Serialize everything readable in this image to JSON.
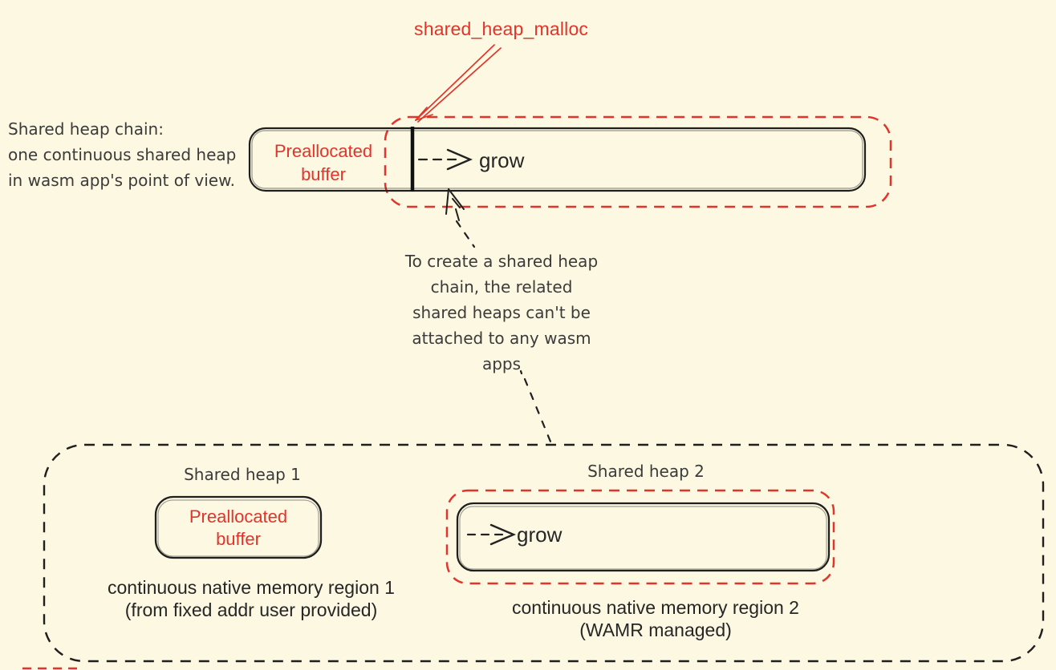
{
  "colors": {
    "background": "#fcf8e2",
    "red_accent": "#e1352b",
    "ink": "#1f1f1f",
    "caption_text": "#262626",
    "note_text": "#3b3b3b"
  },
  "top": {
    "malloc_label": "shared_heap_malloc",
    "caption": "Shared heap chain:\none continuous shared heap\nin wasm app's point of view.",
    "prealloc_label": "Preallocated\nbuffer",
    "grow_label": "grow"
  },
  "middle": {
    "note": "To create a shared heap\nchain, the related\nshared heaps can't be\nattached to any wasm\napps"
  },
  "bottom": {
    "heap1": {
      "title": "Shared heap 1",
      "box_label": "Preallocated\nbuffer",
      "caption": "continuous native memory region 1\n(from fixed addr user provided)"
    },
    "heap2": {
      "title": "Shared heap 2",
      "grow_label": "grow",
      "caption": "continuous native memory region 2\n(WAMR managed)"
    }
  }
}
